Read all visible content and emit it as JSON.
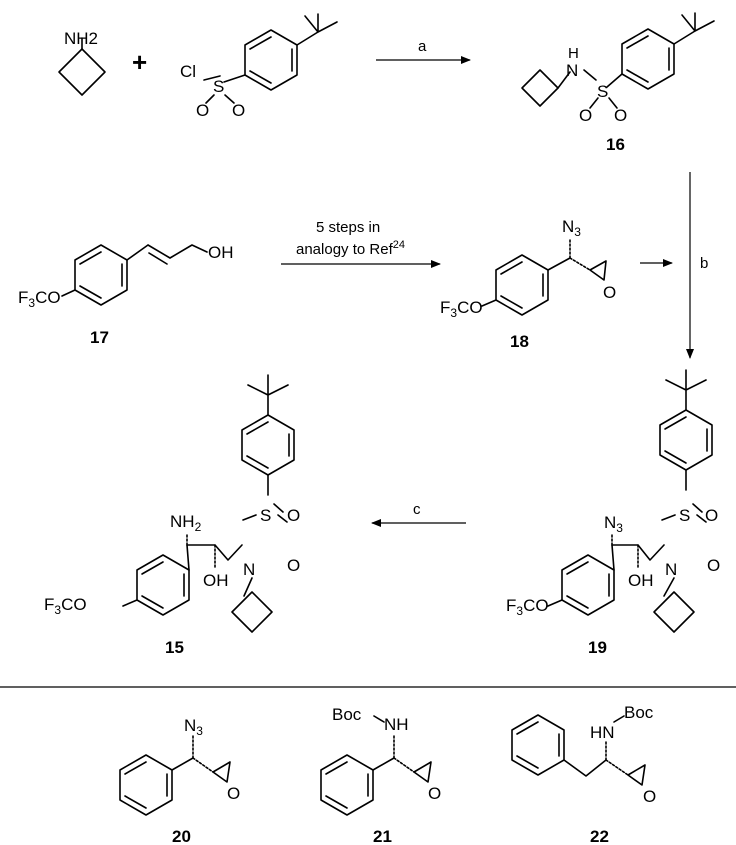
{
  "compounds": {
    "amine": {
      "nh2": "NH2"
    },
    "sulfonyl_chloride": {
      "cl": "Cl",
      "s": "S",
      "o1": "O",
      "o2": "O"
    },
    "c16": {
      "number": "16",
      "nh": "H",
      "n": "N",
      "s": "S",
      "o1": "O",
      "o2": "O"
    },
    "c17": {
      "number": "17",
      "oh": "OH",
      "f3co": "F3CO"
    },
    "c18": {
      "number": "18",
      "n3": "N3",
      "o": "O",
      "f3co": "F3CO"
    },
    "c19": {
      "number": "19",
      "n3": "N3",
      "oh": "OH",
      "n": "N",
      "s": "S",
      "o1": "O",
      "o2": "O",
      "f3co": "F3CO"
    },
    "c15": {
      "number": "15",
      "nh2": "NH2",
      "oh": "OH",
      "n": "N",
      "s": "S",
      "o1": "O",
      "o2": "O",
      "f3co": "F3CO"
    },
    "c20": {
      "number": "20",
      "n3": "N3",
      "o": "O"
    },
    "c21": {
      "number": "21",
      "boc": "Boc",
      "nh": "NH",
      "o": "O"
    },
    "c22": {
      "number": "22",
      "hn": "HN",
      "boc": "Boc",
      "o": "O"
    }
  },
  "reagents": {
    "plus": "+",
    "step_a": "a",
    "step_b": "b",
    "step_c": "c",
    "five_steps_line1": "5 steps in",
    "five_steps_line2": "analogy to Ref",
    "five_steps_ref": "24"
  }
}
